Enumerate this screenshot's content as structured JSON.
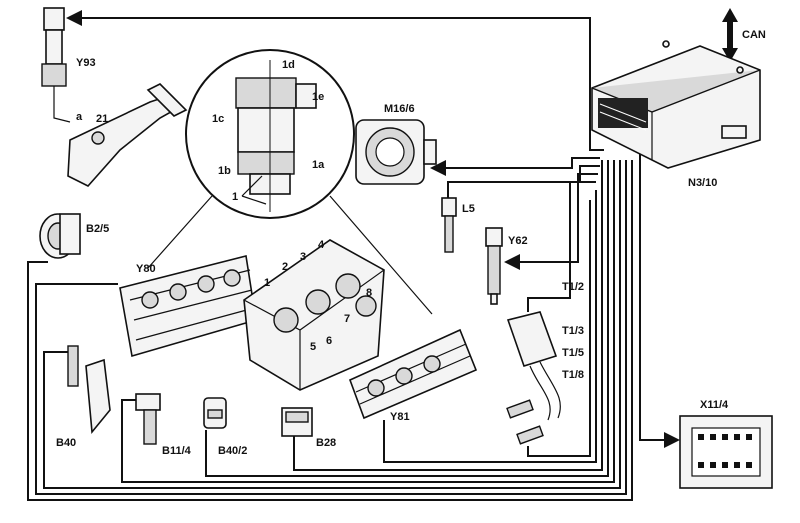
{
  "labels": {
    "can": "CAN",
    "y93": "Y93",
    "a": "a",
    "n21": "21",
    "d1": "1d",
    "e1": "1e",
    "c1": "1c",
    "b1": "1b",
    "a1": "1a",
    "one": "1",
    "m16_6": "M16/6",
    "l5": "L5",
    "n3_10": "N3/10",
    "b2_5": "B2/5",
    "y80": "Y80",
    "y62": "Y62",
    "t1_2": "T1/2",
    "t1_3": "T1/3",
    "t1_5": "T1/5",
    "t1_8": "T1/8",
    "b40": "B40",
    "b11_4": "B11/4",
    "b40_2": "B40/2",
    "b28": "B28",
    "y81": "Y81",
    "x11_4": "X11/4",
    "cyl": [
      "1",
      "2",
      "3",
      "4",
      "5",
      "6",
      "7",
      "8"
    ]
  },
  "colors": {
    "line": "#111111",
    "background": "#ffffff",
    "part_fill": "#f4f4f4",
    "part_shade": "#d9d9d9"
  },
  "icons": [
    "can-double-arrow-icon"
  ]
}
